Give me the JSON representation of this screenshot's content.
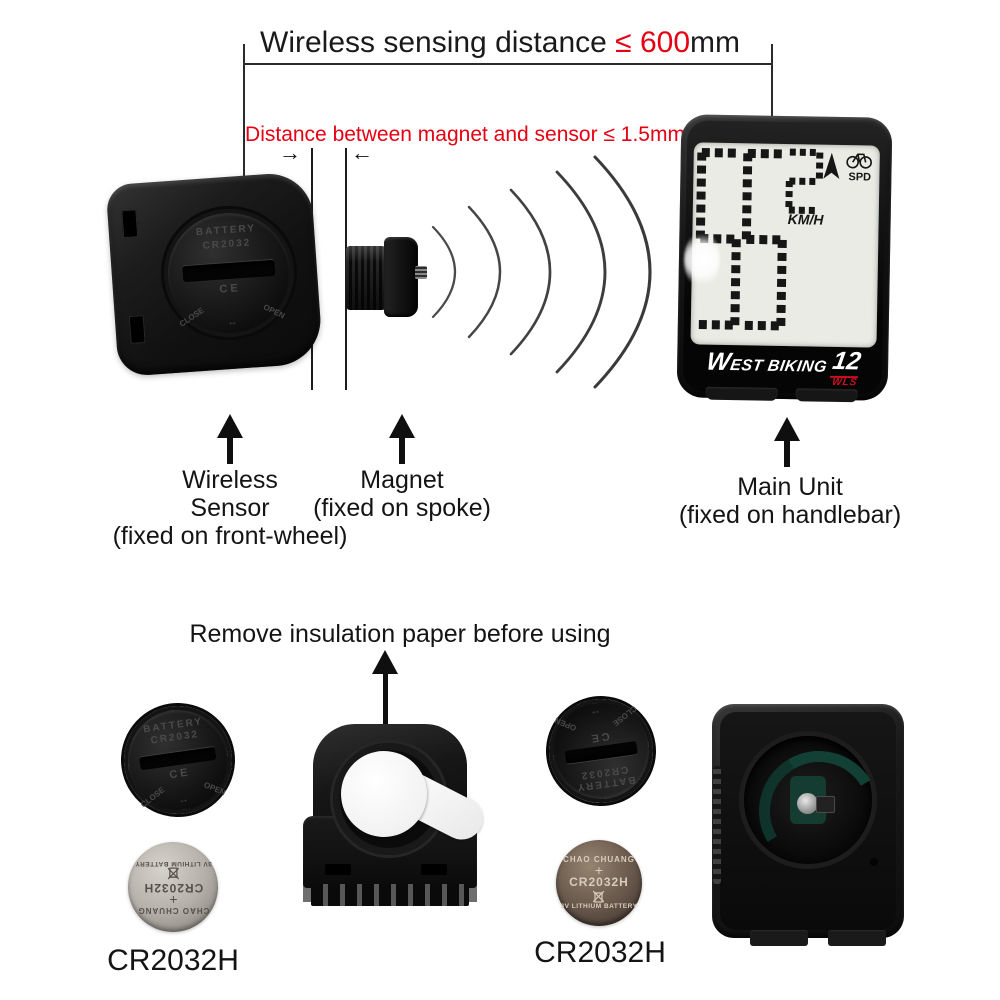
{
  "colors": {
    "accent_red": "#e60012",
    "brand_red": "#cf1021",
    "lcd_bg": "#e9ebe4"
  },
  "icons": {
    "right_arrow": "→",
    "left_arrow": "←",
    "open_close": "↔"
  },
  "top": {
    "title_prefix": "Wireless sensing distance ",
    "title_value": "≤ 600",
    "title_suffix": "mm",
    "magnet_note": "Distance between magnet and sensor ≤ 1.5mm"
  },
  "callouts": {
    "sensor": {
      "line1": "Wireless",
      "line2": "Sensor",
      "line3": "(fixed on front-wheel)"
    },
    "magnet": {
      "line1": "Magnet",
      "line2": "(fixed on spoke)"
    },
    "main_unit": {
      "line1": "Main Unit",
      "line2": "(fixed on handlebar)"
    }
  },
  "lcd": {
    "speed_big": "55",
    "speed_small": "2",
    "unit": "KM/H",
    "mode": "SPD"
  },
  "brand": {
    "name": "WEST BIKING",
    "model": "12",
    "sub": "WLS"
  },
  "cover": {
    "line1": "BATTERY",
    "line2": "CR2032",
    "close": "CLOSE",
    "open": "OPEN",
    "ce": "CE"
  },
  "battery_face": {
    "brand": "CHAO CHUANG",
    "plus": "+",
    "model": "CR2032H",
    "spec": "3V LITHIUM BATTERY"
  },
  "bottom": {
    "title": "Remove insulation paper before using",
    "left_label": "CR2032H",
    "right_label": "CR2032H"
  }
}
